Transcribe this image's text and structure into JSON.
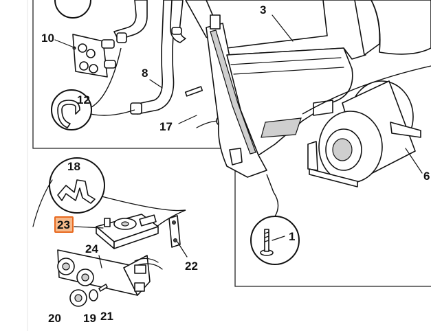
{
  "figure": {
    "callouts": [
      {
        "id": "c1",
        "label": "1"
      },
      {
        "id": "c3",
        "label": "3"
      },
      {
        "id": "c6",
        "label": "6"
      },
      {
        "id": "c8",
        "label": "8"
      },
      {
        "id": "c10",
        "label": "10"
      },
      {
        "id": "c12",
        "label": "12"
      },
      {
        "id": "c17",
        "label": "17"
      },
      {
        "id": "c18",
        "label": "18"
      },
      {
        "id": "c19",
        "label": "19"
      },
      {
        "id": "c20",
        "label": "20"
      },
      {
        "id": "c21",
        "label": "21"
      },
      {
        "id": "c22",
        "label": "22"
      },
      {
        "id": "c23",
        "label": "23"
      },
      {
        "id": "c24",
        "label": "24"
      }
    ],
    "highlighted_callout": "23",
    "colors": {
      "line": "#111111",
      "highlight_fill": "#f6b98a",
      "highlight_border": "#e8691f",
      "background": "#ffffff"
    }
  }
}
